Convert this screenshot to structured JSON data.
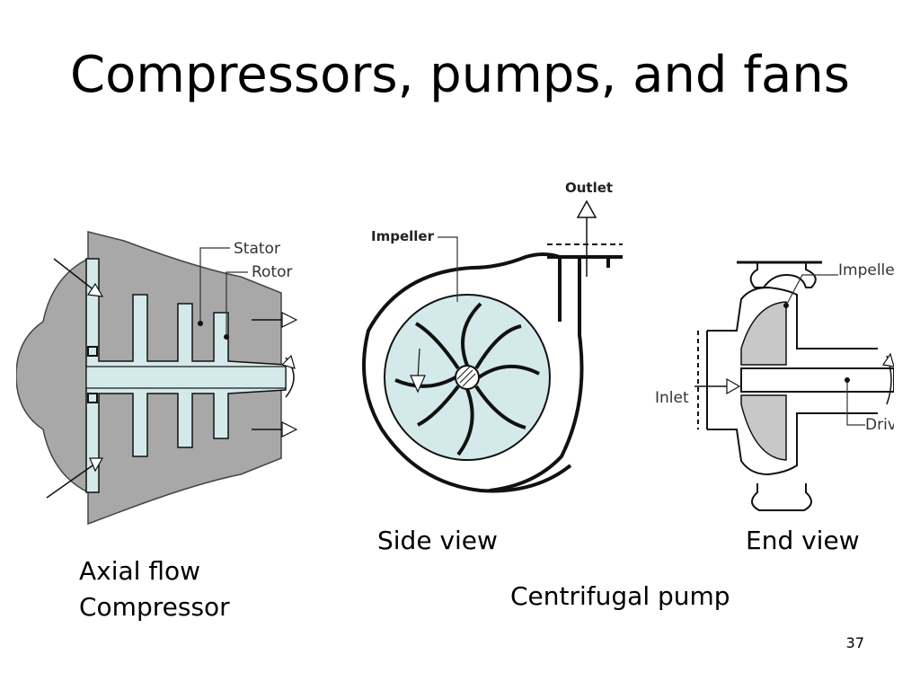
{
  "slide": {
    "title": "Compressors, pumps, and fans",
    "page_number": "37"
  },
  "captions": {
    "axial": [
      "Axial flow",
      "Compressor"
    ],
    "side_view": "Side view",
    "end_view": "End view",
    "centrifugal": "Centrifugal pump"
  },
  "diagram_labels": {
    "axial": {
      "stator": "Stator",
      "rotor": "Rotor"
    },
    "side": {
      "outlet": "Outlet",
      "impeller": "Impeller"
    },
    "end": {
      "impeller": "Impelle",
      "inlet": "Inlet",
      "drive": "Driv"
    }
  },
  "colors": {
    "casing_gray": "#a8a8a8",
    "fluid_lightblue": "#d4eaea",
    "outline": "#111111"
  }
}
